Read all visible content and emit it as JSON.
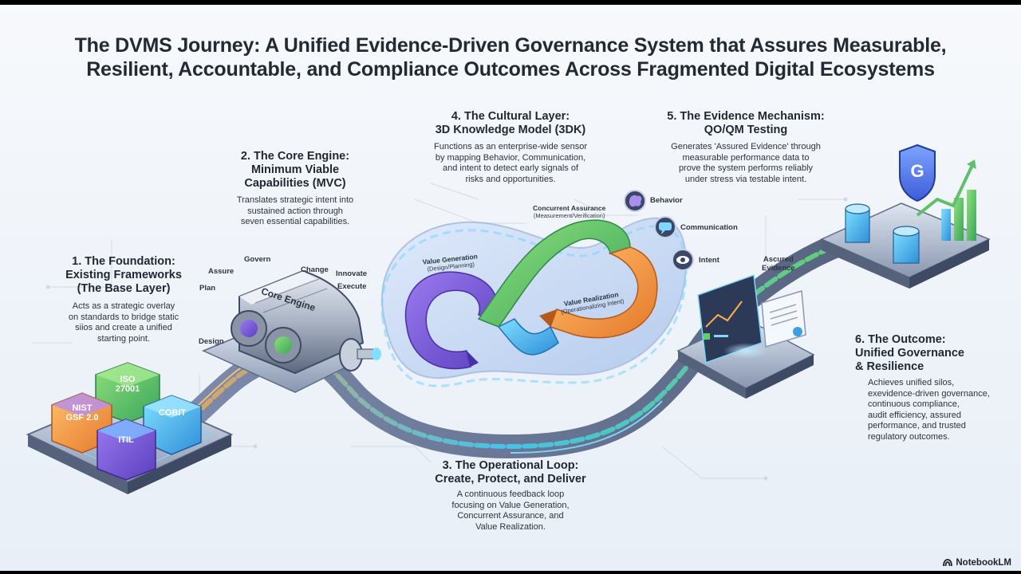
{
  "title": {
    "line1": "The DVMS Journey: A Unified Evidence-Driven Governance System that Assures Measurable,",
    "line2": "Resilient, Accountable, and Compliance Outcomes Across Fragmented Digital Ecosystems"
  },
  "foundation": {
    "heading": [
      "1. The Foundation:",
      "Existing Frameworks",
      "(The Base Layer)"
    ],
    "body": [
      "Acts as a strategic overlay",
      "on standards to bridge static",
      "siios and create a unified",
      "starting point."
    ],
    "blocks": {
      "nist": [
        "NIST",
        "GSF 2.0"
      ],
      "iso": [
        "ISO",
        "27001"
      ],
      "cobit": "COBIT",
      "itil": "ITIL"
    }
  },
  "core_engine": {
    "heading": [
      "2. The Core Engine:",
      "Minimum Viable",
      "Capabilities (MVC)"
    ],
    "body": [
      "Translates strategic intent into",
      "sustained action through",
      "seven essential capabilities."
    ],
    "engine_label": "Core Engine",
    "capabilities": {
      "govern": "Govern",
      "assure": "Assure",
      "change": "Change",
      "innovate": "Innovate",
      "plan": "Plan",
      "execute": "Execute",
      "design": "Design"
    }
  },
  "cultural_layer": {
    "heading": [
      "4. The Cultural Layer:",
      "3D Knowledge Model (3DK)"
    ],
    "body": [
      "Functions as an enterprise-wide sensor",
      "by mapping Behavior, Communication,",
      "and intent to detect early signals of",
      "risks and opportunities."
    ],
    "signals": {
      "behavior": "Behavior",
      "communication": "Communication",
      "intent": "Intent"
    }
  },
  "loop": {
    "concurrent": [
      "Concurrent Assurance",
      "(Measurement/Verification)"
    ],
    "value_generation": [
      "Value Generation",
      "(Design/Planning)"
    ],
    "value_realization": [
      "Value Realization",
      "(Operationalizing Intent)"
    ]
  },
  "evidence": {
    "heading": [
      "5. The Evidence Mechanism:",
      "QO/QM Testing"
    ],
    "body": [
      "Generates 'Assured Evidence' through",
      "measurable performance data to",
      "prove the system performs reliably",
      "under stress via testable intent."
    ],
    "label": [
      "Ascured",
      "Evidence"
    ]
  },
  "operational_loop": {
    "heading": [
      "3. The Operational Loop:",
      "Create, Protect, and Deliver"
    ],
    "body": [
      "A continuous feedback loop",
      "focusing on Value Generation,",
      "Concurrent Assurance, and",
      "Value Realization."
    ]
  },
  "outcome": {
    "heading": [
      "6. The Outcome:",
      "Unified Governance",
      "& Resilience"
    ],
    "body": [
      "Achieves unified silos,",
      "exevidence-driven governance,",
      "continuous compliance,",
      "audit efficiency, assured",
      "performance, and trusted",
      "regulatory outcomes."
    ],
    "shield_letter": "G"
  },
  "brand": "NotebookLM",
  "colors": {
    "purple": "#7b5cd6",
    "green": "#5fc06b",
    "orange": "#f59a45",
    "cyan": "#27b6e6",
    "navy": "#2c3a55",
    "accent_blue": "#3f86e8"
  }
}
